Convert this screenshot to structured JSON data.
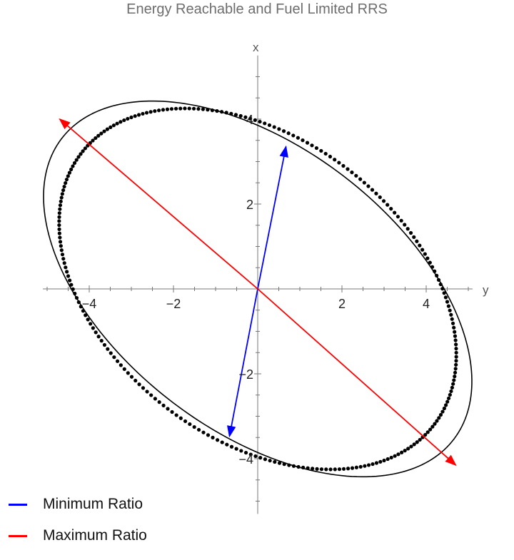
{
  "chart_data": {
    "type": "scatter",
    "title": "Energy Reachable and Fuel Limited RRS",
    "xlabel": "y",
    "ylabel": "x",
    "xlim": [
      -5.1,
      5.1
    ],
    "ylim": [
      -5.3,
      5.5
    ],
    "x_ticks": [
      -4,
      -2,
      2,
      4
    ],
    "y_ticks": [
      -4,
      -2,
      2,
      4
    ],
    "tick_labels_x": [
      "−4",
      "−2",
      "2",
      "4"
    ],
    "tick_labels_y": [
      "−4",
      "−2",
      "2",
      "4"
    ],
    "ellipse": {
      "center": [
        0,
        0
      ],
      "semi_major": 5.85,
      "semi_minor": 3.35,
      "major_axis_angle_deg": -37.1,
      "color": "#000000"
    },
    "points_ellipse": {
      "center": [
        0,
        0
      ],
      "semi_major": 5.27,
      "semi_minor": 3.54,
      "major_axis_angle_deg": -37.1,
      "count": 260,
      "color": "#000000"
    },
    "vectors": [
      {
        "series": "Minimum Ratio",
        "color": "#0000ff",
        "from": [
          0,
          0
        ],
        "to": [
          0.67,
          3.35
        ]
      },
      {
        "series": "Minimum Ratio",
        "color": "#0000ff",
        "from": [
          0,
          0
        ],
        "to": [
          -0.67,
          -3.47
        ]
      },
      {
        "series": "Maximum Ratio",
        "color": "#ff0000",
        "from": [
          0,
          0
        ],
        "to": [
          -4.7,
          4.0
        ]
      },
      {
        "series": "Maximum Ratio",
        "color": "#ff0000",
        "from": [
          0,
          0
        ],
        "to": [
          4.7,
          -4.15
        ]
      }
    ],
    "legend": [
      {
        "name": "Minimum Ratio",
        "color": "#0000ff"
      },
      {
        "name": "Maximum Ratio",
        "color": "#ff0000"
      }
    ],
    "legend_placement": "bottom-left",
    "grid": false
  }
}
